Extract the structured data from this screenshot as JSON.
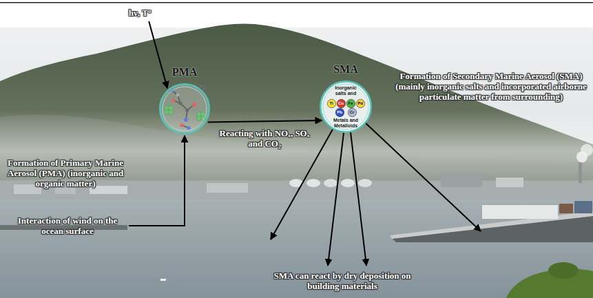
{
  "diagram": {
    "nodes": [
      {
        "text": [
          "hν, Tº"
        ]
      },
      {
        "text": [
          "PMA"
        ]
      },
      {
        "text": [
          "SMA",
          "Inorganic salts and",
          "Metals and Metalloids"
        ]
      },
      {
        "text": [
          "Ti"
        ],
        "in": 2
      },
      {
        "text": [
          "Cu"
        ],
        "in": 2
      },
      {
        "text": [
          "Pd"
        ],
        "in": 2
      },
      {
        "text": [
          "Fe"
        ],
        "in": 2
      },
      {
        "text": [
          "Pb"
        ],
        "in": 2
      },
      {
        "text": [
          "Cr"
        ],
        "in": 2
      },
      {
        "text": [
          "Interaction of wind on the ocean surface"
        ]
      }
    ],
    "edges": [
      {
        "from": 0,
        "to": 1,
        "arrow": "to"
      },
      {
        "from": 9,
        "to": 1,
        "arrow": "to"
      },
      {
        "from": 1,
        "to": 2,
        "label": "Reacting with NOₓ, SOₓ and CO₂",
        "arrow": "to"
      }
    ],
    "labels": [
      "Formation of Secondary Marine Aerosol (SMA) (mainly inorganic salts and incorporated airborne particulate matter from surrounding)",
      "Formation of Primary Marine Aerosol (PMA) (inorganic and organic matter)",
      "SMA can react by dry deposition on building materials"
    ]
  }
}
